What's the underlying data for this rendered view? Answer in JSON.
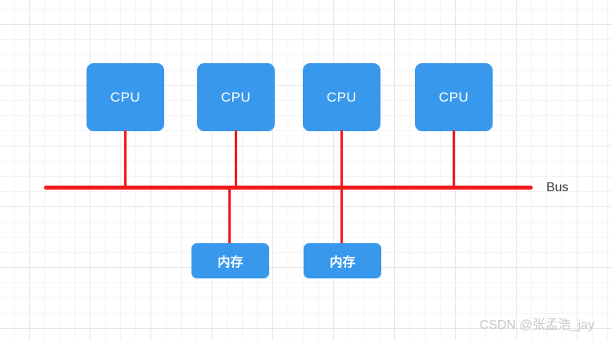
{
  "diagram": {
    "type": "bus-architecture",
    "cpu_nodes": [
      {
        "label": "CPU"
      },
      {
        "label": "CPU"
      },
      {
        "label": "CPU"
      },
      {
        "label": "CPU"
      }
    ],
    "memory_nodes": [
      {
        "label": "内存"
      },
      {
        "label": "内存"
      }
    ],
    "bus": {
      "label": "Bus"
    },
    "colors": {
      "node_fill": "#3898ec",
      "node_text": "#ffffff",
      "bus_line": "#f11a1a",
      "bus_label_color": "#3d3d3d",
      "grid_minor": "#f3f3f3",
      "grid_major": "#e6e6e6",
      "watermark_color": "#c8c8c8"
    }
  },
  "watermark": {
    "text": "CSDN @张孟浩_jay"
  }
}
